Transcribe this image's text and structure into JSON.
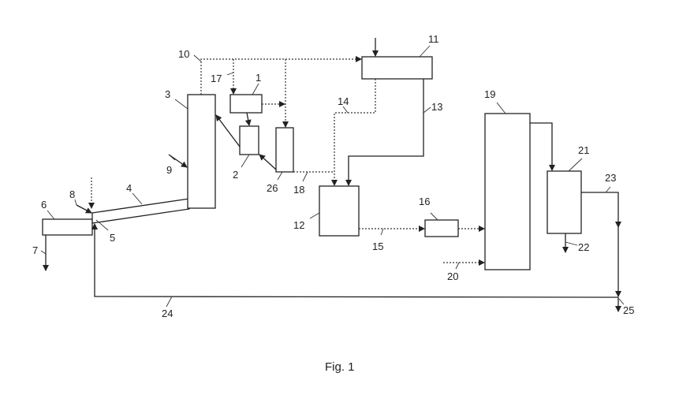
{
  "figure": {
    "caption": "Fig. 1"
  },
  "components": [
    {
      "id": "1",
      "name": "unit-1"
    },
    {
      "id": "2",
      "name": "unit-2"
    },
    {
      "id": "3",
      "name": "column-3"
    },
    {
      "id": "4",
      "name": "inclined-conveyor-4"
    },
    {
      "id": "5",
      "name": "inlet-5"
    },
    {
      "id": "6",
      "name": "unit-6"
    },
    {
      "id": "11",
      "name": "unit-11"
    },
    {
      "id": "12",
      "name": "unit-12"
    },
    {
      "id": "16",
      "name": "unit-16"
    },
    {
      "id": "19",
      "name": "column-19"
    },
    {
      "id": "21",
      "name": "unit-21"
    },
    {
      "id": "26",
      "name": "unit-26"
    }
  ],
  "streams": [
    {
      "id": "7",
      "style": "solid"
    },
    {
      "id": "8",
      "style": "solid"
    },
    {
      "id": "9",
      "style": "solid"
    },
    {
      "id": "10",
      "style": "dotted"
    },
    {
      "id": "13",
      "style": "solid"
    },
    {
      "id": "14",
      "style": "dotted"
    },
    {
      "id": "15",
      "style": "dotted"
    },
    {
      "id": "17",
      "style": "dotted"
    },
    {
      "id": "18",
      "style": "dotted"
    },
    {
      "id": "20",
      "style": "dotted"
    },
    {
      "id": "22",
      "style": "solid"
    },
    {
      "id": "23",
      "style": "solid"
    },
    {
      "id": "24",
      "style": "solid"
    },
    {
      "id": "25",
      "style": "solid"
    }
  ],
  "labels": {
    "l1": "1",
    "l2": "2",
    "l3": "3",
    "l4": "4",
    "l5": "5",
    "l6": "6",
    "l7": "7",
    "l8": "8",
    "l9": "9",
    "l10": "10",
    "l11": "11",
    "l12": "12",
    "l13": "13",
    "l14": "14",
    "l15": "15",
    "l16": "16",
    "l17": "17",
    "l18": "18",
    "l19": "19",
    "l20": "20",
    "l21": "21",
    "l22": "22",
    "l23": "23",
    "l24": "24",
    "l25": "25",
    "l26": "26"
  }
}
